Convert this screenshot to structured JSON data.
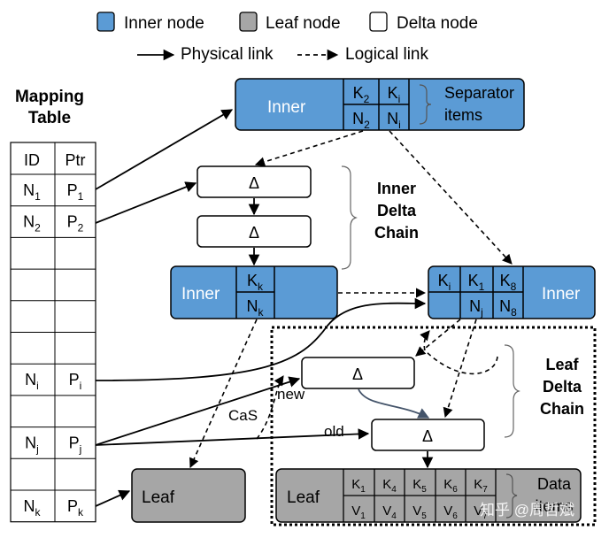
{
  "legend": {
    "inner_label": "Inner node",
    "leaf_label": "Leaf node",
    "delta_label": "Delta node",
    "physical_label": "Physical link",
    "logical_label": "Logical link"
  },
  "colors": {
    "inner": "#5b9bd5",
    "leaf": "#a6a6a6",
    "delta": "#ffffff",
    "stroke": "#000000",
    "arrow_gray": "#44546a"
  },
  "mapping_table": {
    "title_line1": "Mapping",
    "title_line2": "Table",
    "header_id": "ID",
    "header_ptr": "Ptr",
    "rows": [
      {
        "id": "N",
        "id_sub": "1",
        "ptr": "P",
        "ptr_sub": "1"
      },
      {
        "id": "N",
        "id_sub": "2",
        "ptr": "P",
        "ptr_sub": "2"
      },
      {
        "id": "",
        "id_sub": "",
        "ptr": "",
        "ptr_sub": ""
      },
      {
        "id": "",
        "id_sub": "",
        "ptr": "",
        "ptr_sub": ""
      },
      {
        "id": "",
        "id_sub": "",
        "ptr": "",
        "ptr_sub": ""
      },
      {
        "id": "",
        "id_sub": "",
        "ptr": "",
        "ptr_sub": ""
      },
      {
        "id": "N",
        "id_sub": "i",
        "ptr": "P",
        "ptr_sub": "i"
      },
      {
        "id": "",
        "id_sub": "",
        "ptr": "",
        "ptr_sub": ""
      },
      {
        "id": "N",
        "id_sub": "j",
        "ptr": "P",
        "ptr_sub": "j"
      },
      {
        "id": "",
        "id_sub": "",
        "ptr": "",
        "ptr_sub": ""
      },
      {
        "id": "N",
        "id_sub": "k",
        "ptr": "P",
        "ptr_sub": "k"
      }
    ]
  },
  "top_inner": {
    "label": "Inner",
    "cells": [
      {
        "t": "K",
        "s": "2"
      },
      {
        "t": "K",
        "s": "i"
      },
      {
        "t": "N",
        "s": "2"
      },
      {
        "t": "N",
        "s": "i"
      }
    ],
    "separator_line1": "Separator",
    "separator_line2": "items"
  },
  "delta_symbol": "Δ",
  "inner_delta_chain": {
    "line1": "Inner",
    "line2": "Delta",
    "line3": "Chain"
  },
  "mid_inner": {
    "label": "Inner",
    "cells": [
      {
        "t": "K",
        "s": "k"
      },
      {
        "t": "N",
        "s": "k"
      }
    ]
  },
  "right_inner": {
    "label": "Inner",
    "cells": [
      {
        "t": "K",
        "s": "i"
      },
      {
        "t": "K",
        "s": "1"
      },
      {
        "t": "K",
        "s": "8"
      },
      {
        "t": "",
        "s": ""
      },
      {
        "t": "N",
        "s": "j"
      },
      {
        "t": "N",
        "s": "8"
      }
    ]
  },
  "leaf_delta_chain": {
    "line1": "Leaf",
    "line2": "Delta",
    "line3": "Chain"
  },
  "labels": {
    "new": "new",
    "old": "old",
    "cas": "CaS"
  },
  "leaf_left": {
    "label": "Leaf"
  },
  "leaf_bottom": {
    "label": "Leaf",
    "keys": [
      {
        "t": "K",
        "s": "1"
      },
      {
        "t": "K",
        "s": "4"
      },
      {
        "t": "K",
        "s": "5"
      },
      {
        "t": "K",
        "s": "6"
      },
      {
        "t": "K",
        "s": "7"
      }
    ],
    "values": [
      {
        "t": "V",
        "s": "1"
      },
      {
        "t": "V",
        "s": "4"
      },
      {
        "t": "V",
        "s": "5"
      },
      {
        "t": "V",
        "s": "6"
      },
      {
        "t": "V",
        "s": "7"
      }
    ],
    "data_line1": "Data",
    "data_line2": "items"
  },
  "watermark": "知乎 @周哲斌"
}
